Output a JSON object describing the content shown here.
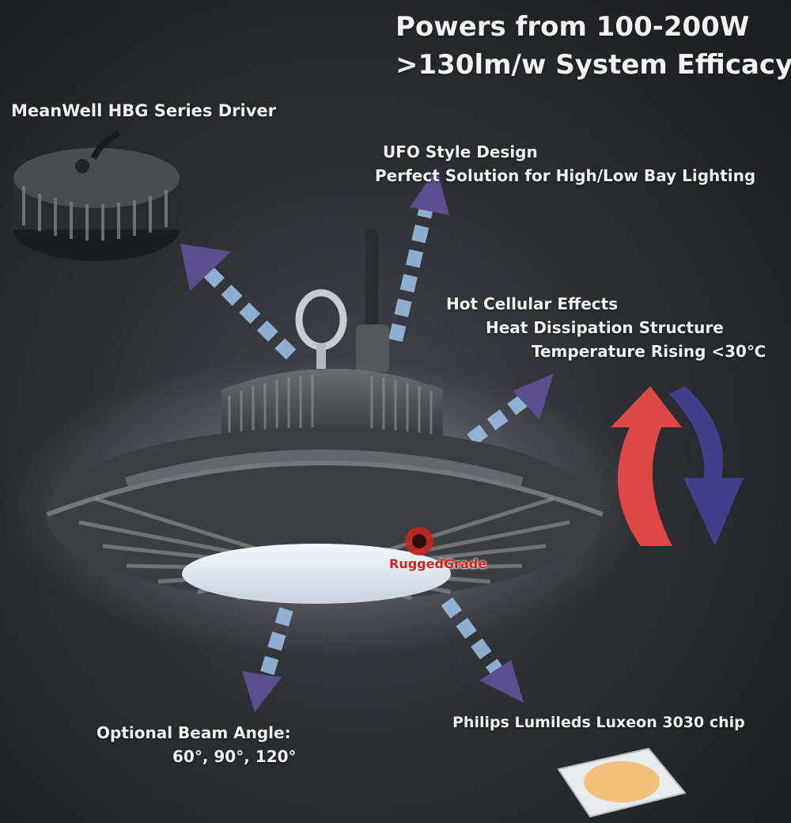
{
  "headline": {
    "line1": "Powers from 100-200W",
    "line2": ">130lm/w System Efficacy"
  },
  "callouts": {
    "driver": "MeanWell HBG Series Driver",
    "ufo_title": "UFO Style Design",
    "ufo_desc": "Perfect Solution for High/Low Bay Lighting",
    "hot_1": "Hot Cellular Effects",
    "hot_2": "Heat Dissipation Structure",
    "hot_3": "Temperature Rising <30℃",
    "beam_1": "Optional Beam Angle:",
    "beam_2": "60°, 90°, 120°",
    "chip": "Philips Lumileds Luxeon 3030 chip"
  },
  "brand": {
    "watermark": "RuggedGrade"
  },
  "colors": {
    "arrow_purple": "#5a4e8e",
    "arrow_glow": "#9ec4ea",
    "hot_arrow": "#e04848",
    "cool_arrow": "#3f3f8c",
    "background": "#2c2e32"
  }
}
